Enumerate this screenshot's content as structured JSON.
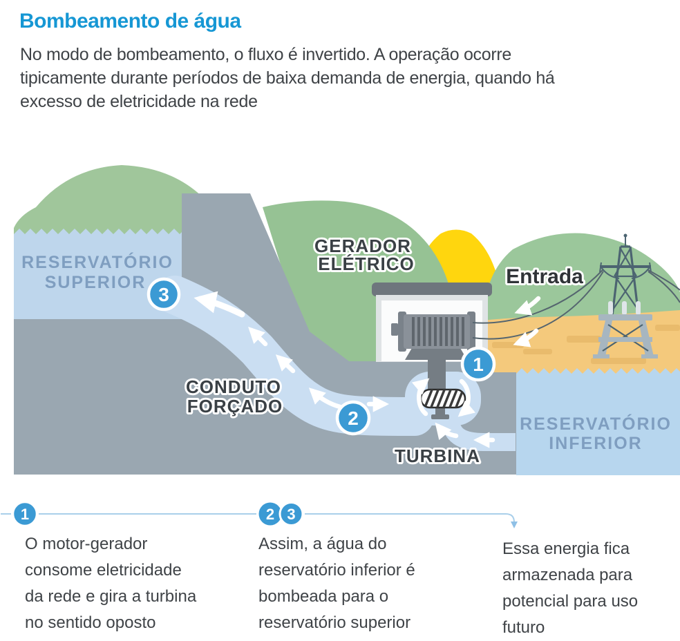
{
  "header": {
    "title": "Bombeamento de água",
    "intro_lines": [
      "No modo de bombeamento, o fluxo é invertido. A operação ocorre",
      "tipicamente durante períodos de baixa demanda de energia, quando há",
      "excesso de eletricidade na rede"
    ]
  },
  "diagram": {
    "labels": {
      "upper_reservoir_line1": "RESERVATÓRIO",
      "upper_reservoir_line2": "SUPERIOR",
      "generator_line1": "GERADOR",
      "generator_line2": "ELÉTRICO",
      "entrada": "Entrada",
      "penstock_line1": "CONDUTO",
      "penstock_line2": "FORÇADO",
      "turbine": "TURBINA",
      "lower_reservoir_line1": "RESERVATÓRIO",
      "lower_reservoir_line2": "INFERIOR"
    },
    "badges": {
      "b1": "1",
      "b2": "2",
      "b3": "3"
    },
    "colors": {
      "accent_blue": "#1697d4",
      "badge_blue": "#3b9ad4",
      "hill_green": "#a0c69b",
      "hill_green_mid": "#96c294",
      "hill_green_right": "#9bc79b",
      "sun_yellow": "#ffd60e",
      "water_upper": "#bed6ec",
      "water_flow": "#cadef2",
      "water_lower": "#b7d6ee",
      "ground_gray": "#9aa7b1",
      "sand": "#f4c97c",
      "sand_stripe": "#e9bb6c",
      "tower_dark": "#4c6471",
      "tower_light": "#a7b6c0",
      "structure_gray": "#6e767d",
      "motor_gray": "#8a9199",
      "label_blue": "#7f9ec0",
      "text_dark": "#3f4347",
      "connector_blue": "#a9cfea"
    }
  },
  "legend": {
    "item1": {
      "badge": "1",
      "lines": [
        "O motor-gerador",
        "consome eletricidade",
        "da rede e gira a turbina",
        "no sentido oposto"
      ]
    },
    "item23": {
      "badge_a": "2",
      "badge_b": "3",
      "lines": [
        "Assim, a água do",
        "reservatório inferior é",
        "bombeada para o",
        "reservatório superior"
      ]
    },
    "note": {
      "lines": [
        "Essa energia fica",
        "armazenada para",
        "potencial para uso",
        "futuro"
      ]
    }
  }
}
